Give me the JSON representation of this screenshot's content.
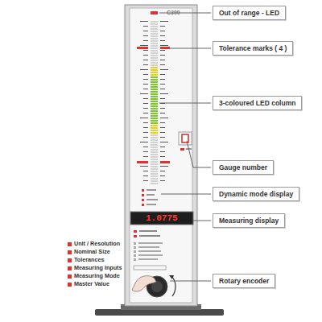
{
  "diagram": {
    "nodes": [
      {
        "text": [
          "Out of range - LED"
        ]
      },
      {
        "text": [
          "Tolerance marks ( 4 )"
        ]
      },
      {
        "text": [
          "3-coloured LED column"
        ]
      },
      {
        "text": [
          "Gauge number"
        ]
      },
      {
        "text": [
          "Dynamic mode display"
        ]
      },
      {
        "text": [
          "Measuring display"
        ]
      },
      {
        "text": [
          "Rotary encoder"
        ]
      }
    ],
    "labels": [
      "C300",
      "1.0775",
      "Unit / Resolution",
      "Nominal Size",
      "Tolerances",
      "Measuring Inputs",
      "Measuring Mode",
      "Master Value"
    ]
  }
}
